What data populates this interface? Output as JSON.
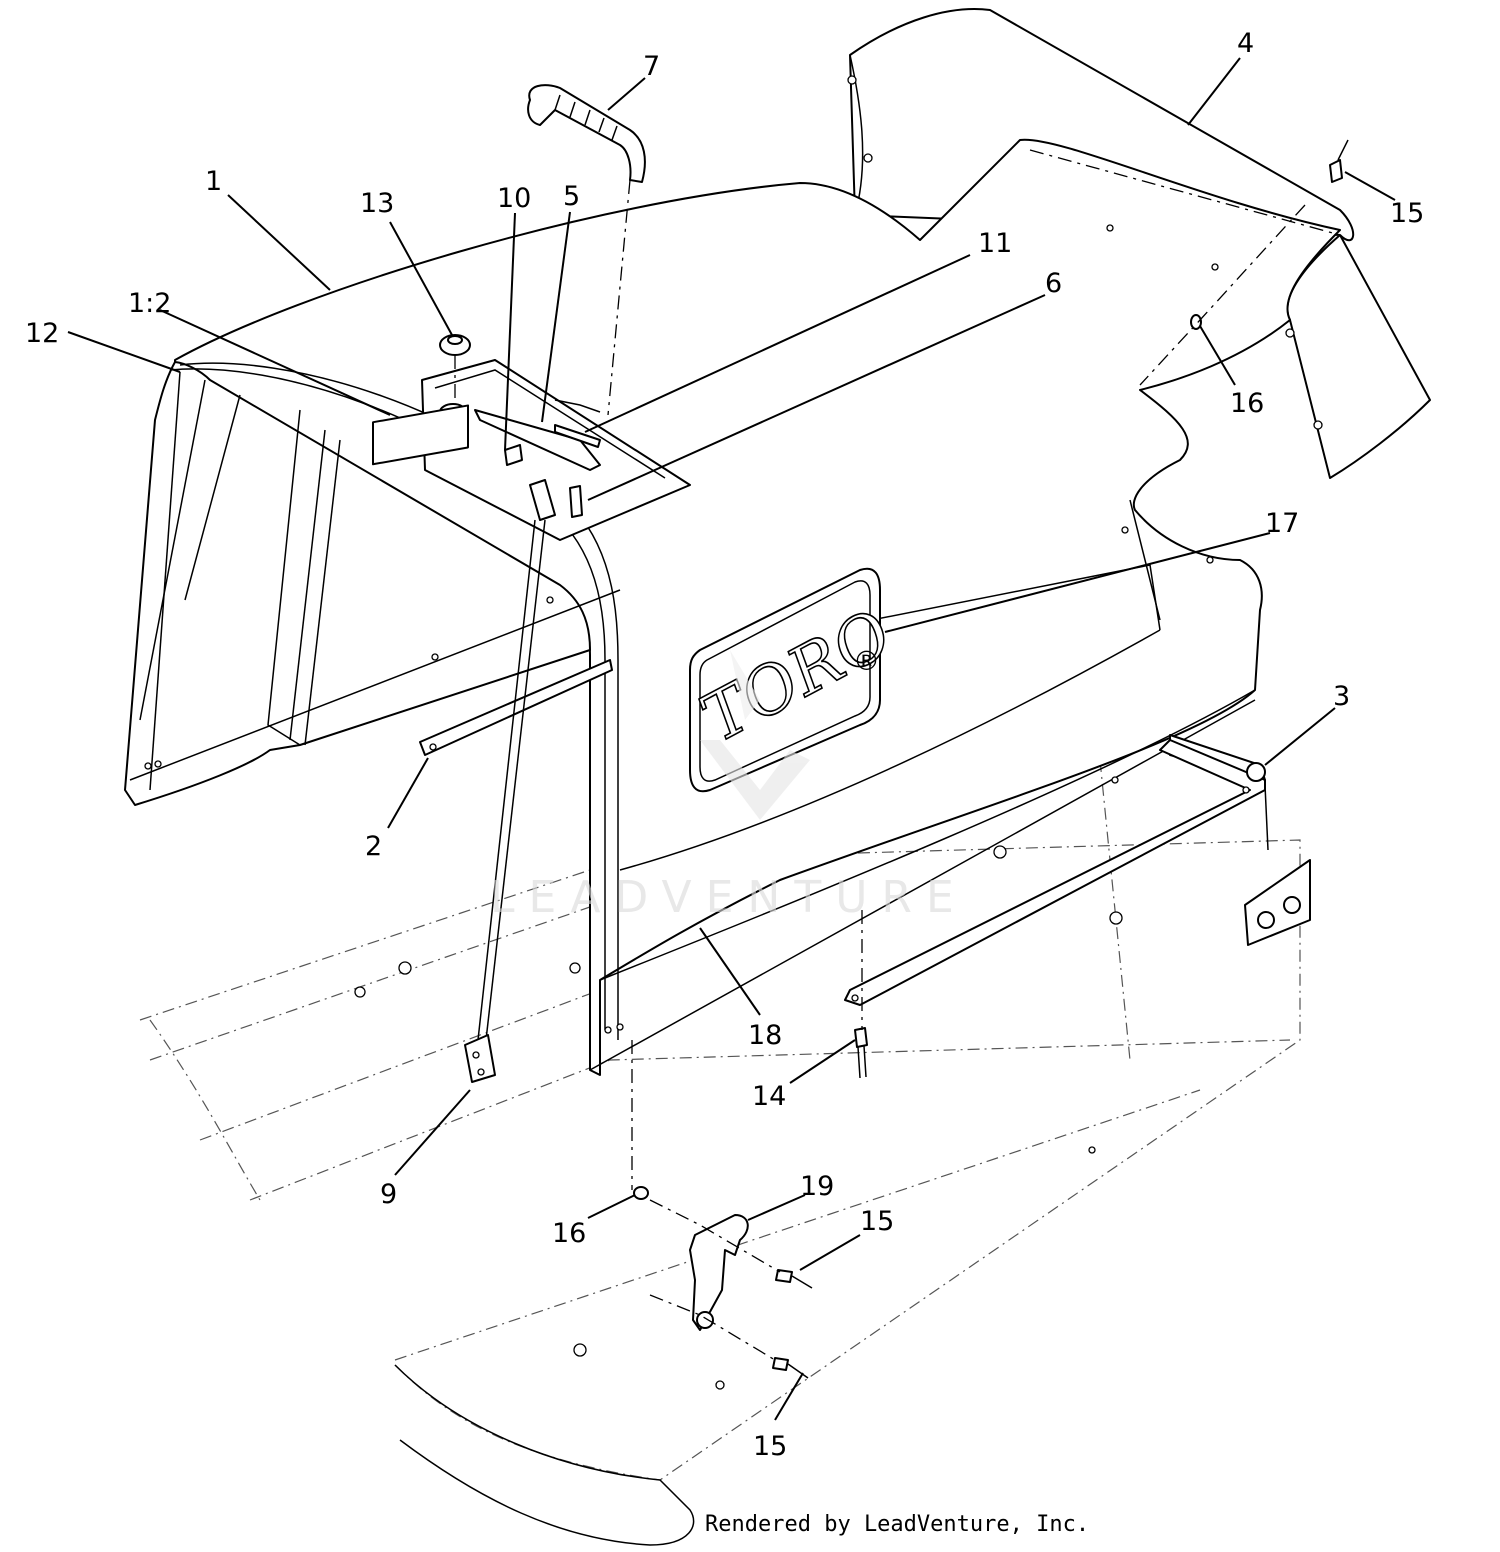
{
  "diagram": {
    "logo_text": "TORO",
    "registered_mark": "®",
    "watermark_text": "LEADVENTURE",
    "credit_text": "Rendered by LeadVenture, Inc.",
    "callouts": [
      {
        "id": "c1",
        "label": "1"
      },
      {
        "id": "c1-2",
        "label": "1:2"
      },
      {
        "id": "c2",
        "label": "2"
      },
      {
        "id": "c3",
        "label": "3"
      },
      {
        "id": "c4",
        "label": "4"
      },
      {
        "id": "c5",
        "label": "5"
      },
      {
        "id": "c6",
        "label": "6"
      },
      {
        "id": "c7",
        "label": "7"
      },
      {
        "id": "c9",
        "label": "9"
      },
      {
        "id": "c10",
        "label": "10"
      },
      {
        "id": "c11",
        "label": "11"
      },
      {
        "id": "c12",
        "label": "12"
      },
      {
        "id": "c13",
        "label": "13"
      },
      {
        "id": "c14",
        "label": "14"
      },
      {
        "id": "c15a",
        "label": "15"
      },
      {
        "id": "c15b",
        "label": "15"
      },
      {
        "id": "c15c",
        "label": "15"
      },
      {
        "id": "c16a",
        "label": "16"
      },
      {
        "id": "c16b",
        "label": "16"
      },
      {
        "id": "c17",
        "label": "17"
      },
      {
        "id": "c18",
        "label": "18"
      },
      {
        "id": "c19",
        "label": "19"
      }
    ]
  }
}
